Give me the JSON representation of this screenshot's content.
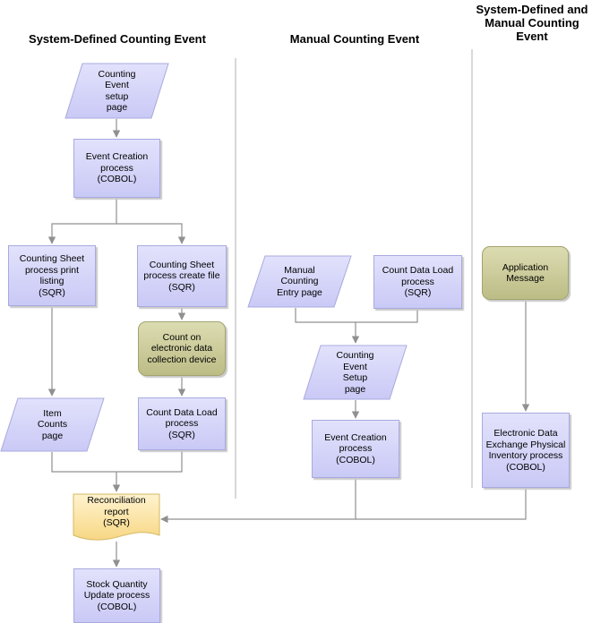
{
  "headers": {
    "system_defined": "System-Defined Counting Event",
    "manual": "Manual Counting Event",
    "both": "System-Defined and\nManual Counting\nEvent"
  },
  "nodes": {
    "setup_page_left": "Counting\nEvent\nsetup\npage",
    "event_creation_left": "Event Creation\nprocess\n(COBOL)",
    "counting_sheet_print": "Counting Sheet\nprocess print\nlisting\n(SQR)",
    "counting_sheet_create": "Counting Sheet\nprocess create file\n(SQR)",
    "count_device": "Count on\nelectronic data\ncollection device",
    "item_counts": "Item\nCounts\npage",
    "count_data_load_left": "Count Data Load\nprocess\n(SQR)",
    "manual_entry": "Manual\nCounting\nEntry page",
    "count_data_load_mid": "Count Data Load\nprocess\n(SQR)",
    "setup_page_mid": "Counting\nEvent\nSetup\npage",
    "event_creation_mid": "Event Creation\nprocess\n(COBOL)",
    "application_message": "Application\nMessage",
    "edi_process": "Electronic Data\nExchange Physical\nInventory process\n(COBOL)",
    "reconciliation": "Reconciliation\nreport\n(SQR)",
    "stock_quantity": "Stock Quantity\nUpdate process\n(COBOL)"
  },
  "colors": {
    "process_fill": "#d4d4f8",
    "external_fill": "#c8c898",
    "report_fill": "#fde39c",
    "connector": "#909090",
    "divider": "#b0b0b0"
  }
}
